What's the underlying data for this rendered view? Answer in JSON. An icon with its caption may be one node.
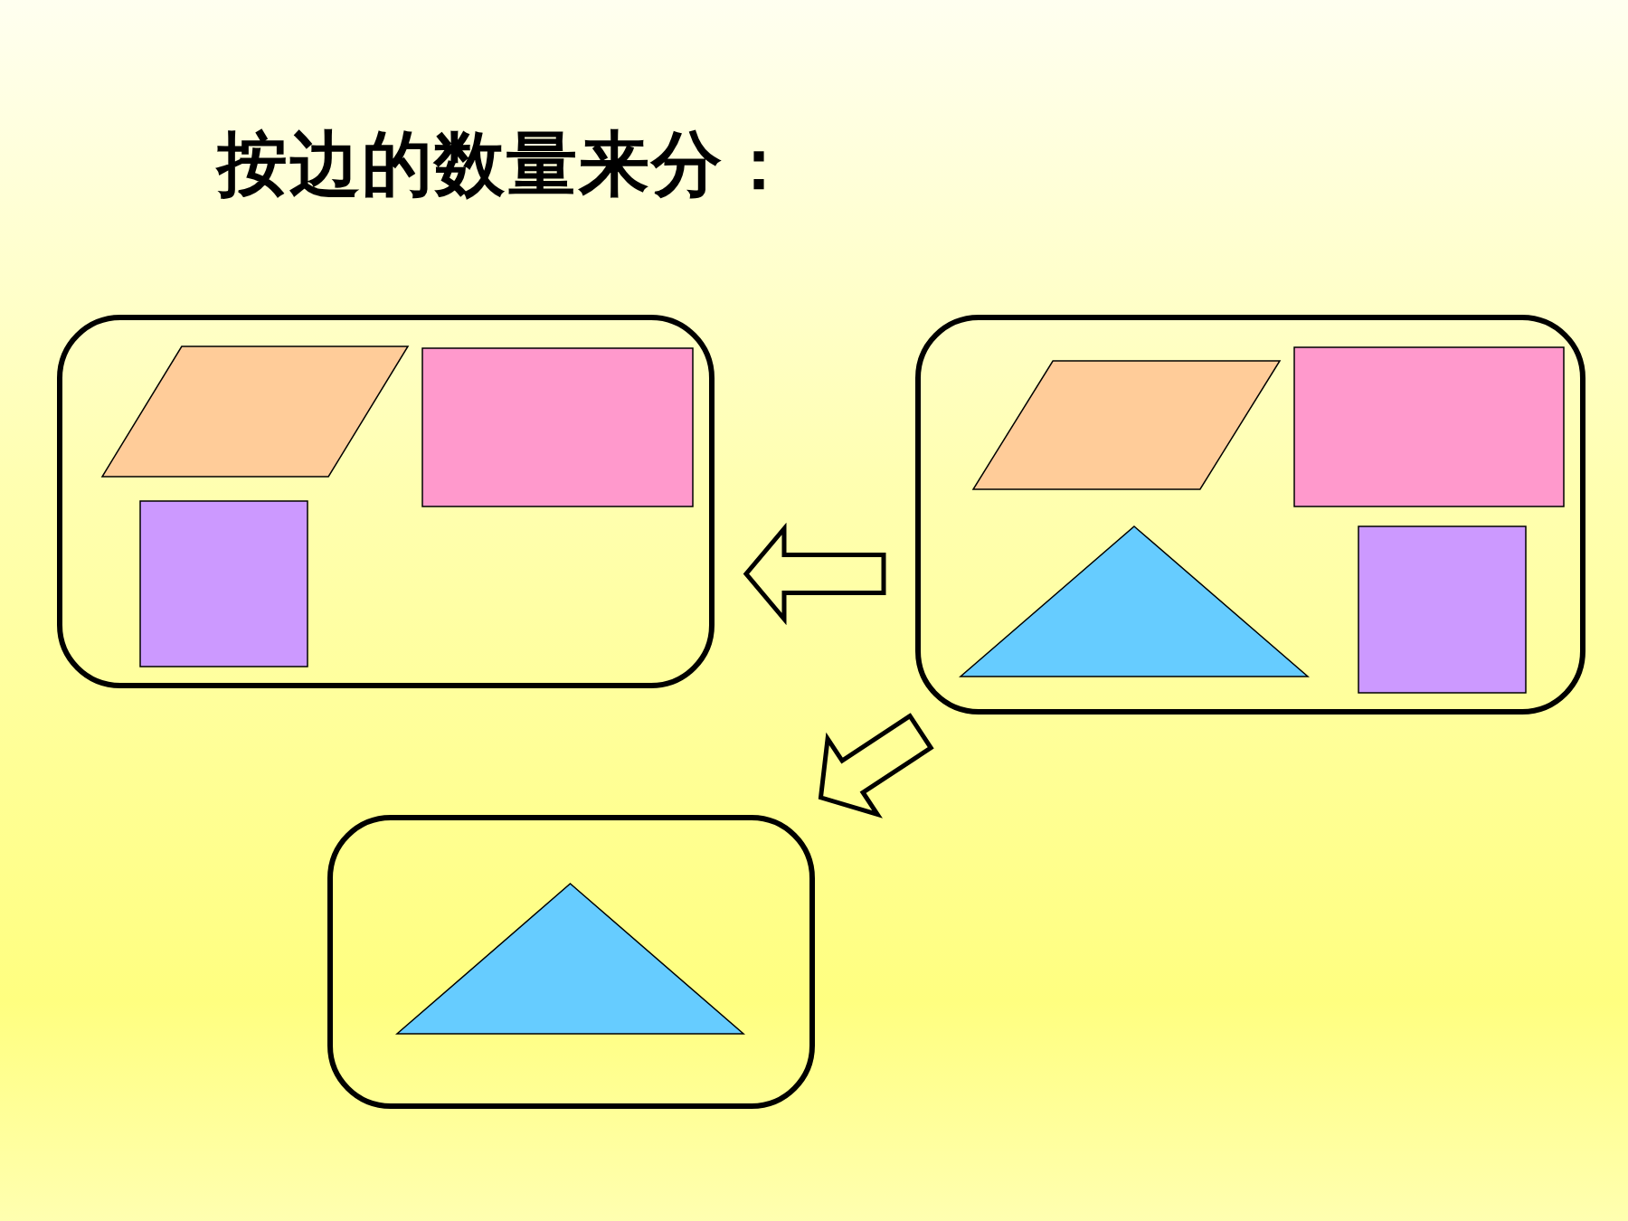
{
  "diagram": {
    "title": "按边的数量来分：",
    "nodes": [
      {
        "text": [],
        "shape": "box"
      },
      {
        "text": [],
        "shape": "parallelogram",
        "in": 0
      },
      {
        "text": [],
        "shape": "box",
        "in": 0
      },
      {
        "text": [],
        "shape": "box",
        "in": 0
      },
      {
        "text": [],
        "shape": "box"
      },
      {
        "text": [],
        "shape": "parallelogram",
        "in": 4
      },
      {
        "text": [],
        "shape": "box",
        "in": 4
      },
      {
        "text": [],
        "shape": "triangle",
        "in": 4
      },
      {
        "text": [],
        "shape": "box",
        "in": 4
      },
      {
        "text": [],
        "shape": "box"
      },
      {
        "text": [],
        "shape": "triangle",
        "in": 9
      }
    ],
    "edges": [
      {
        "from": 4,
        "to": 0,
        "arrow": "to",
        "style": "thick"
      },
      {
        "from": 4,
        "to": 9,
        "arrow": "to",
        "style": "thick"
      }
    ]
  }
}
